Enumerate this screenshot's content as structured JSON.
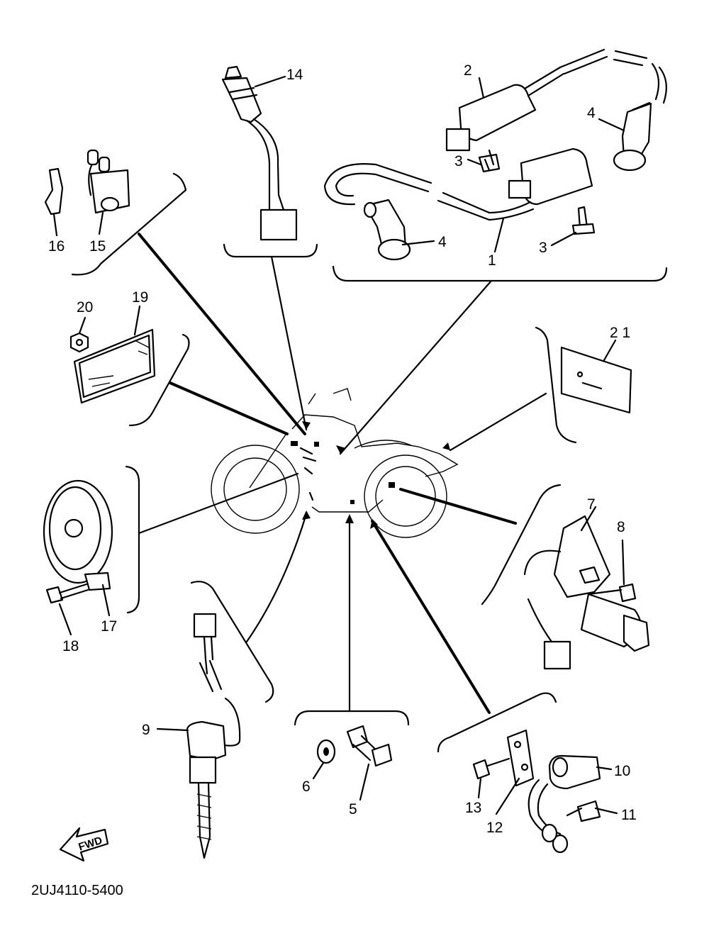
{
  "drawing_code": "2UJ4110-5400",
  "direction_label": "FWD",
  "callouts": [
    {
      "id": "c1",
      "label": "1"
    },
    {
      "id": "c2",
      "label": "2"
    },
    {
      "id": "c3a",
      "label": "3"
    },
    {
      "id": "c3b",
      "label": "3"
    },
    {
      "id": "c4a",
      "label": "4"
    },
    {
      "id": "c4b",
      "label": "4"
    },
    {
      "id": "c5",
      "label": "5"
    },
    {
      "id": "c6",
      "label": "6"
    },
    {
      "id": "c7",
      "label": "7"
    },
    {
      "id": "c8",
      "label": "8"
    },
    {
      "id": "c9",
      "label": "9"
    },
    {
      "id": "c10",
      "label": "10"
    },
    {
      "id": "c11",
      "label": "11"
    },
    {
      "id": "c12",
      "label": "12"
    },
    {
      "id": "c13",
      "label": "13"
    },
    {
      "id": "c14",
      "label": "14"
    },
    {
      "id": "c15",
      "label": "15"
    },
    {
      "id": "c16",
      "label": "16"
    },
    {
      "id": "c17",
      "label": "17"
    },
    {
      "id": "c18",
      "label": "18"
    },
    {
      "id": "c19",
      "label": "19"
    },
    {
      "id": "c20",
      "label": "20"
    },
    {
      "id": "c21",
      "label": "2 1"
    }
  ]
}
